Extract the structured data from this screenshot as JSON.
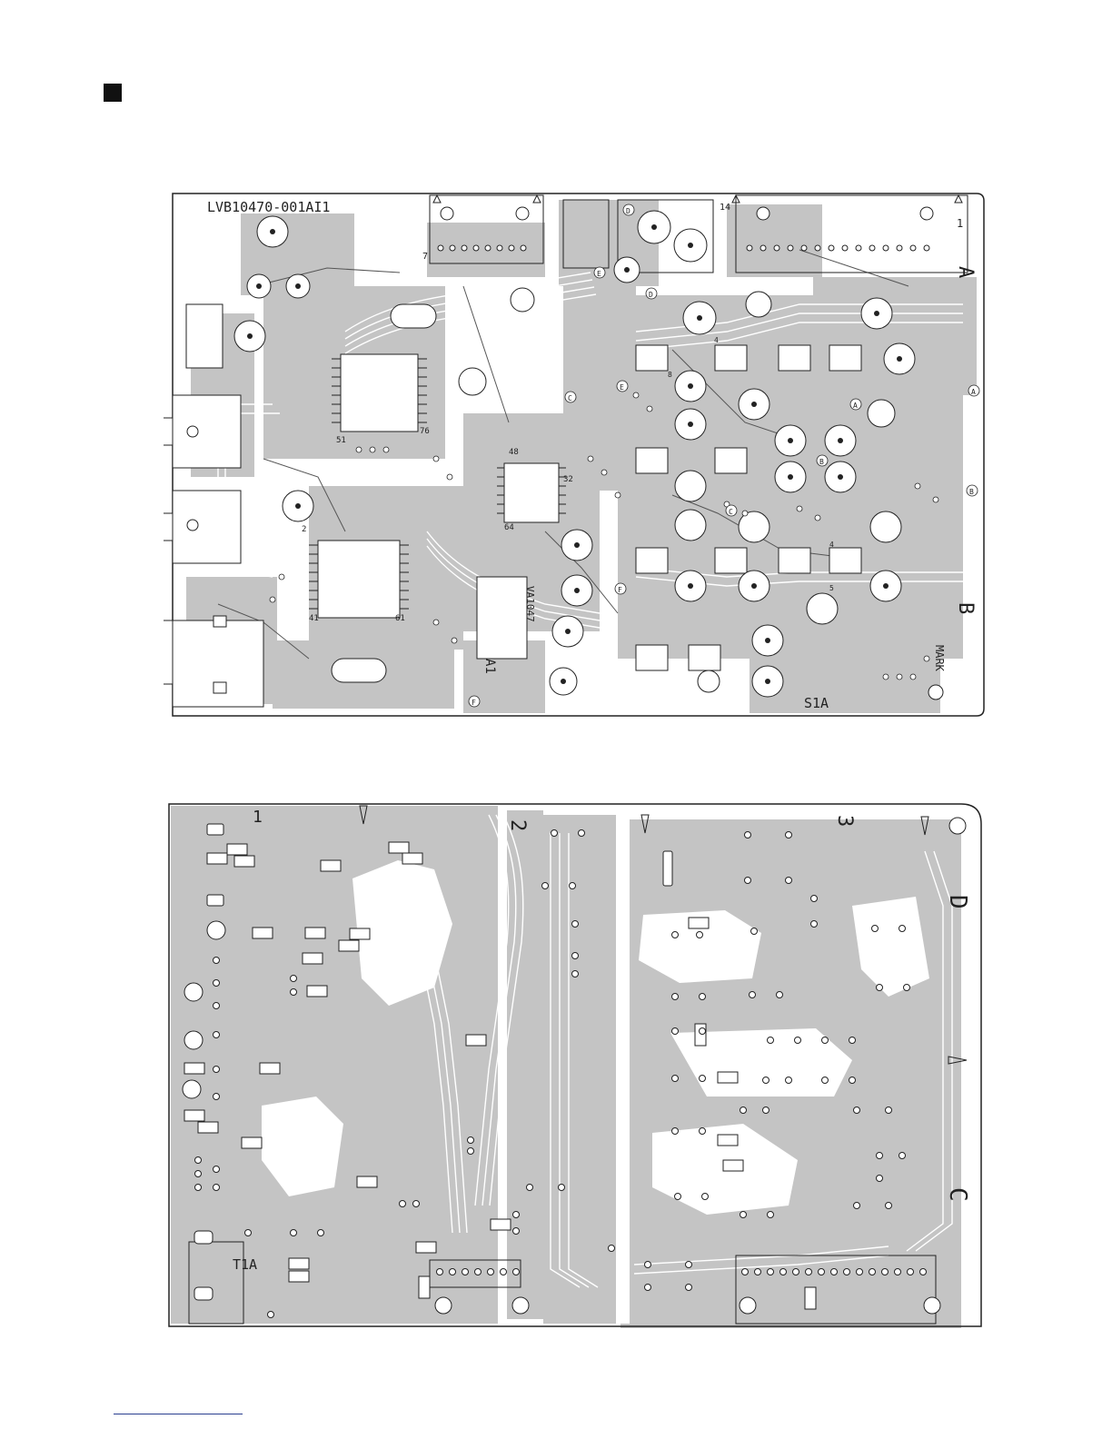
{
  "colors": {
    "copper": "#c4c4c4",
    "line": "#222222",
    "pad_fill": "#ffffff",
    "paper": "#ffffff",
    "footer_rule": "#2a3f8f"
  },
  "top_board": {
    "part_number": "LVB10470-001AI1",
    "connector_pin_left": "7",
    "connector_pin_right": "14",
    "pin_one": "1",
    "ic_sub_label": "VA1047",
    "label_s1a": "S1A",
    "mark_text": "MARK",
    "section_letters": [
      "A",
      "B",
      "C",
      "D",
      "E",
      "F"
    ],
    "ic_pin_numbers": [
      "51",
      "76",
      "2",
      "41",
      "61",
      "48",
      "64",
      "32",
      "4",
      "5",
      "8"
    ],
    "subunit_label": "A1"
  },
  "bottom_board": {
    "label_t1a": "T1A",
    "corner_numbers": [
      "1",
      "2",
      "3"
    ],
    "side_letters": [
      "D",
      "C"
    ]
  }
}
